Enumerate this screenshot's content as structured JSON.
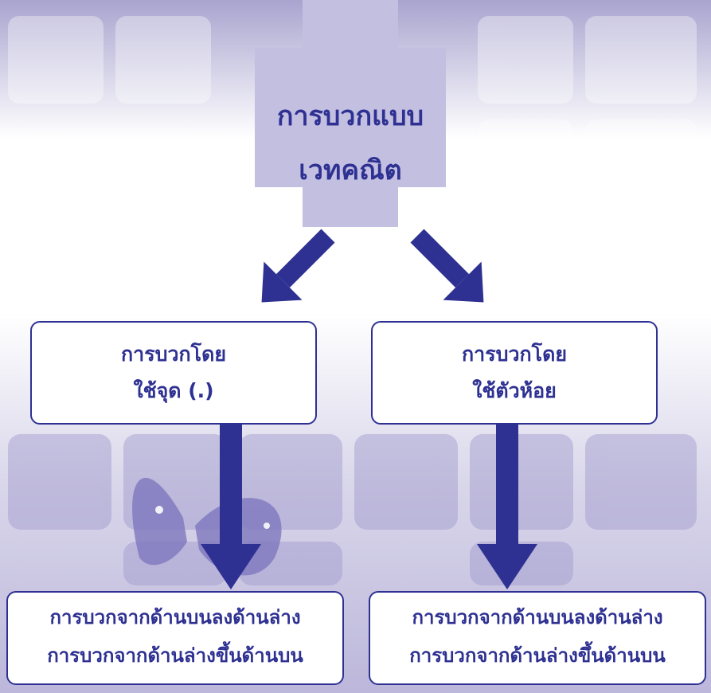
{
  "title": {
    "line1": "การบวกแบบ",
    "line2": "เวทคณิต"
  },
  "methods": [
    {
      "line1": "การบวกโดย",
      "line2": "ใช้จุด (.)"
    },
    {
      "line1": "การบวกโดย",
      "line2": "ใช้ตัวห้อย"
    }
  ],
  "outcomes": [
    {
      "line1": "การบวกจากด้านบนลงด้านล่าง",
      "line2": "การบวกจากด้านล่างขึ้นด้านบน"
    },
    {
      "line1": "การบวกจากด้านบนลงด้านล่าง",
      "line2": "การบวกจากด้านล่างขึ้นด้านบน"
    }
  ],
  "colors": {
    "primary": "#2e3192",
    "title_bg": "#c3bfe1",
    "box_bg": "#ffffff"
  }
}
